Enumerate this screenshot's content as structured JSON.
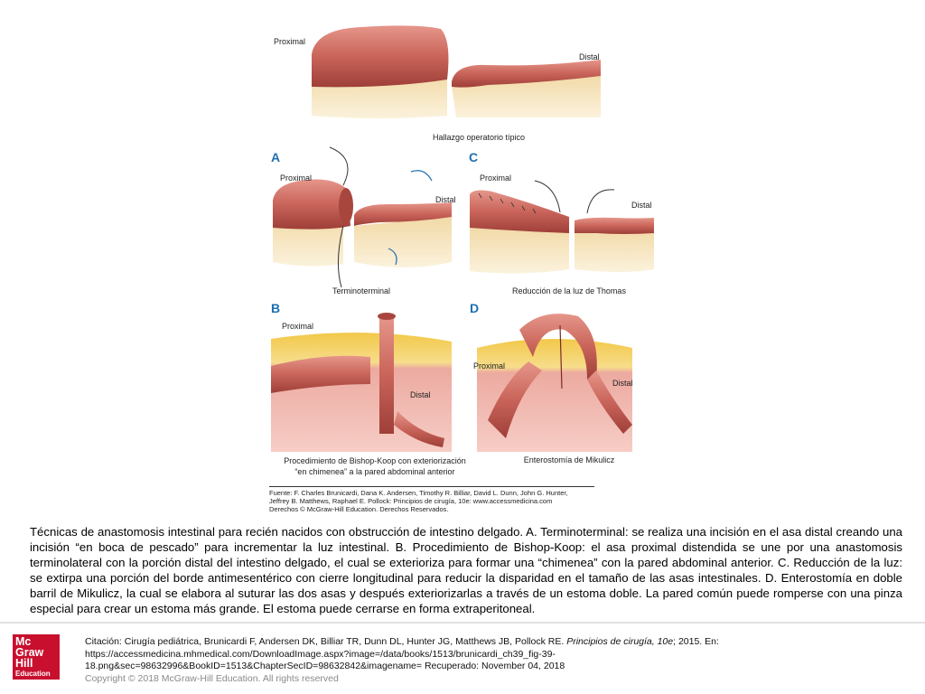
{
  "figure": {
    "labels": {
      "top_proximal": "Proximal",
      "top_distal": "Distal",
      "top_caption": "Hallazgo operatorio típico",
      "panel_a": "A",
      "a_proximal": "Proximal",
      "a_distal": "Distal",
      "a_caption": "Terminoterminal",
      "panel_c": "C",
      "c_proximal": "Proximal",
      "c_distal": "Distal",
      "c_caption": "Reducción de la luz de Thomas",
      "panel_b": "B",
      "b_proximal": "Proximal",
      "b_distal": "Distal",
      "b_caption_line1": "Procedimiento de Bishop-Koop con exteriorización",
      "b_caption_line2": "“en chimenea” a la pared abdominal anterior",
      "panel_d": "D",
      "d_proximal": "Proximal",
      "d_distal": "Distal",
      "d_caption": "Enterostomía de Mikulicz"
    },
    "source_line1": "Fuente: F. Charles Brunicardi, Dana K. Andersen, Timothy R. Billiar, David L. Dunn, John G. Hunter,",
    "source_line2": "Jeffrey B. Matthews, Raphael E. Pollock: Principios de cirugía, 10e: www.accessmedicina.com",
    "source_line3": "Derechos © McGraw-Hill Education. Derechos Reservados.",
    "colors": {
      "bowel": "#c9645a",
      "bowel_dark": "#9e3f38",
      "bowel_light": "#e89a8c",
      "mesentery": "#f4e2b8",
      "fat": "#f2c84a",
      "accent_blue": "#1e6fb0"
    }
  },
  "caption": "Técnicas de anastomosis intestinal para recién nacidos con obstrucción de intestino delgado. A. Terminoterminal: se realiza una incisión en el asa distal creando una incisión “en boca de pescado” para incrementar la luz intestinal. B. Procedimiento de Bishop-Koop: el asa proximal distendida se une por una anastomosis terminolateral con la porción distal del intestino delgado, el cual se exterioriza para formar una “chimenea” con la pared abdominal anterior. C. Reducción de la luz: se extirpa una porción del borde antimesentérico con cierre longitudinal para reducir la disparidad en el tamaño de las asas intestinales. D. Enterostomía en doble barril de Mikulicz, la cual se elabora al suturar las dos asas y después exteriorizarlas a través de un estoma doble. La pared común puede romperse con una pinza especial para crear un estoma más grande. El estoma puede cerrarse en forma extraperitoneal.",
  "logo": {
    "line1": "Mc",
    "line2": "Graw",
    "line3": "Hill",
    "line4": "Education"
  },
  "citation": {
    "prefix": "Citación: Cirugía pediátrica, Brunicardi F, Andersen DK, Billiar TR, Dunn DL, Hunter JG, Matthews JB, Pollock RE. ",
    "book": "Principios de cirugía, 10e",
    "suffix": "; 2015. En:",
    "url_line1": "https://accessmedicina.mhmedical.com/DownloadImage.aspx?image=/data/books/1513/brunicardi_ch39_fig-39-",
    "url_line2": "18.png&sec=98632996&BookID=1513&ChapterSecID=98632842&imagename= Recuperado: November 04, 2018",
    "copyright": "Copyright © 2018 McGraw-Hill Education. All rights reserved"
  }
}
